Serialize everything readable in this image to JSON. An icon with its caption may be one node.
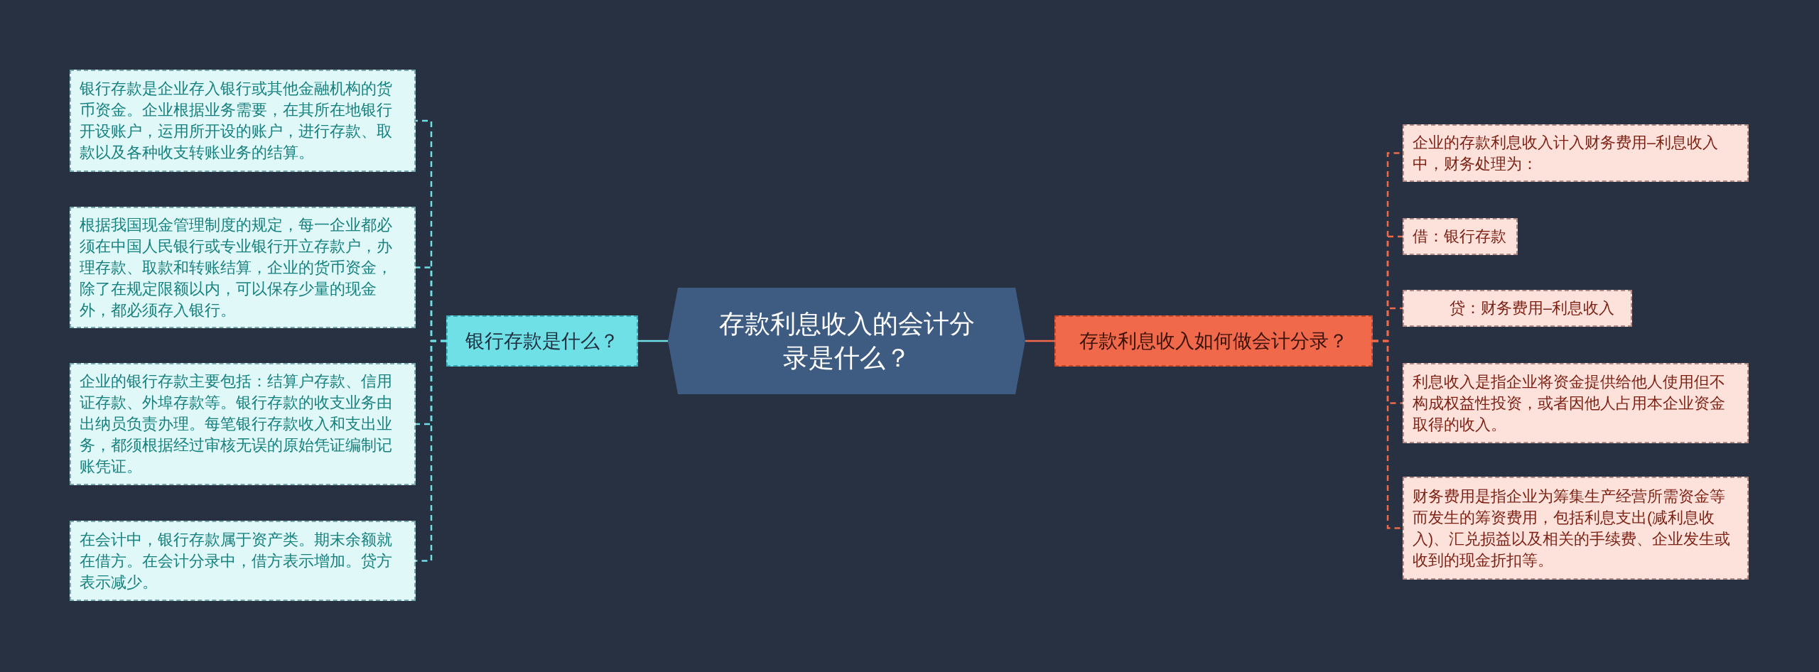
{
  "diagram": {
    "nodes": [
      {
        "text": [
          "存款利息收入的会计分录是什么？"
        ]
      },
      {
        "text": [
          "银行存款是什么？"
        ]
      },
      {
        "text": [
          "银行存款是企业存入银行或其他金融机构的货币资金。企业根据业务需要，在其所在地银行开设账户，运用所开设的账户，进行存款、取款以及各种收支转账业务的结算。"
        ]
      },
      {
        "text": [
          "根据我国现金管理制度的规定，每一企业都必须在中国人民银行或专业银行开立存款户，办理存款、取款和转账结算，企业的货币资金，除了在规定限额以内，可以保存少量的现金外，都必须存入银行。"
        ]
      },
      {
        "text": [
          "企业的银行存款主要包括：结算户存款、信用证存款、外埠存款等。银行存款的收支业务由出纳员负责办理。每笔银行存款收入和支出业务，都须根据经过审核无误的原始凭证编制记账凭证。"
        ]
      },
      {
        "text": [
          "在会计中，银行存款属于资产类。期末余额就在借方。在会计分录中，借方表示增加。贷方表示减少。"
        ]
      },
      {
        "text": [
          "存款利息收入如何做会计分录？"
        ]
      },
      {
        "text": [
          "企业的存款利息收入计入财务费用–利息收入中，财务处理为："
        ]
      },
      {
        "text": [
          "借：银行存款"
        ]
      },
      {
        "text": [
          "贷：财务费用–利息收入"
        ]
      },
      {
        "text": [
          "利息收入是指企业将资金提供给他人使用但不构成权益性投资，或者因他人占用本企业资金取得的收入。"
        ]
      },
      {
        "text": [
          "财务费用是指企业为筹集生产经营所需资金等而发生的筹资费用，包括利息支出(减利息收入)、汇兑损益以及相关的手续费、企业发生或收到的现金折扣等。"
        ]
      }
    ],
    "edges": [
      {
        "from": 0,
        "to": 1,
        "arrow": "none",
        "color": "#6ee0e6"
      },
      {
        "from": 1,
        "to": 2,
        "arrow": "none",
        "style": "dashed",
        "color": "#6ee0e6"
      },
      {
        "from": 1,
        "to": 3,
        "arrow": "none",
        "style": "dashed",
        "color": "#6ee0e6"
      },
      {
        "from": 1,
        "to": 4,
        "arrow": "none",
        "style": "dashed",
        "color": "#6ee0e6"
      },
      {
        "from": 1,
        "to": 5,
        "arrow": "none",
        "style": "dashed",
        "color": "#6ee0e6"
      },
      {
        "from": 0,
        "to": 6,
        "arrow": "none"
      },
      {
        "from": 6,
        "to": 7,
        "arrow": "none",
        "style": "dashed"
      },
      {
        "from": 6,
        "to": 8,
        "arrow": "none",
        "style": "dashed"
      },
      {
        "from": 6,
        "to": 9,
        "arrow": "none",
        "style": "dashed"
      },
      {
        "from": 6,
        "to": 10,
        "arrow": "none",
        "style": "dashed"
      },
      {
        "from": 6,
        "to": 11,
        "arrow": "none",
        "style": "dashed"
      }
    ]
  }
}
